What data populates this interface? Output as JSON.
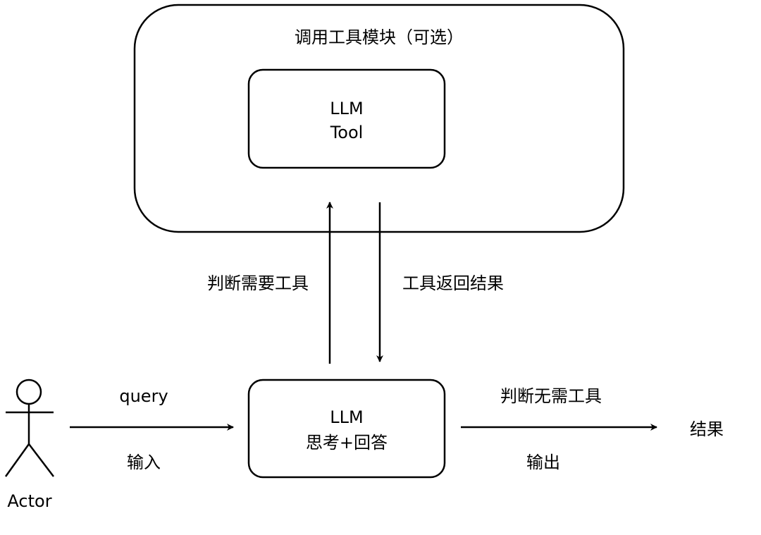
{
  "outer_box": {
    "title": "调用工具模块（可选）"
  },
  "tool_box": {
    "line1": "LLM",
    "line2": "Tool"
  },
  "llm_box": {
    "line1": "LLM",
    "line2": "思考+回答"
  },
  "edges": {
    "judge_need_tool": "判断需要工具",
    "tool_return_result": "工具返回结果",
    "query": "query",
    "input": "输入",
    "judge_no_tool": "判断无需工具",
    "output": "输出"
  },
  "result_label": "结果",
  "actor_label": "Actor",
  "colors": {
    "stroke": "#000000",
    "background": "#ffffff"
  }
}
